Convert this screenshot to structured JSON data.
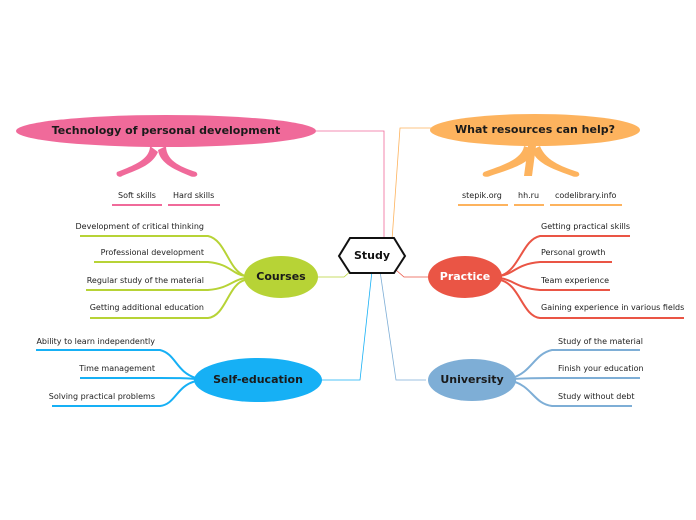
{
  "center": {
    "label": "Study"
  },
  "branches": {
    "technology": {
      "label": "Technology of personal development",
      "color": "#f06a9a",
      "items": [
        "Soft skills",
        "Hard skills"
      ]
    },
    "resources": {
      "label": "What resources can help?",
      "color": "#fdb35e",
      "items": [
        "stepik.org",
        "hh.ru",
        "codelibrary.info"
      ]
    },
    "courses": {
      "label": "Courses",
      "color": "#b7d336",
      "items": [
        "Development of critical thinking",
        "Professional development",
        "Regular study of the material",
        "Getting additional education"
      ]
    },
    "practice": {
      "label": "Practice",
      "color": "#ea5545",
      "items": [
        "Getting practical skills",
        "Personal growth",
        "Team experience",
        "Gaining experience in various fields"
      ]
    },
    "selfeducation": {
      "label": "Self-education",
      "color": "#16b0f5",
      "items": [
        "Ability to learn independently",
        "Time management",
        "Solving practical problems"
      ]
    },
    "university": {
      "label": "University",
      "color": "#7eaed6",
      "items": [
        "Study of the material",
        "Finish your education",
        "Study without debt"
      ]
    }
  }
}
